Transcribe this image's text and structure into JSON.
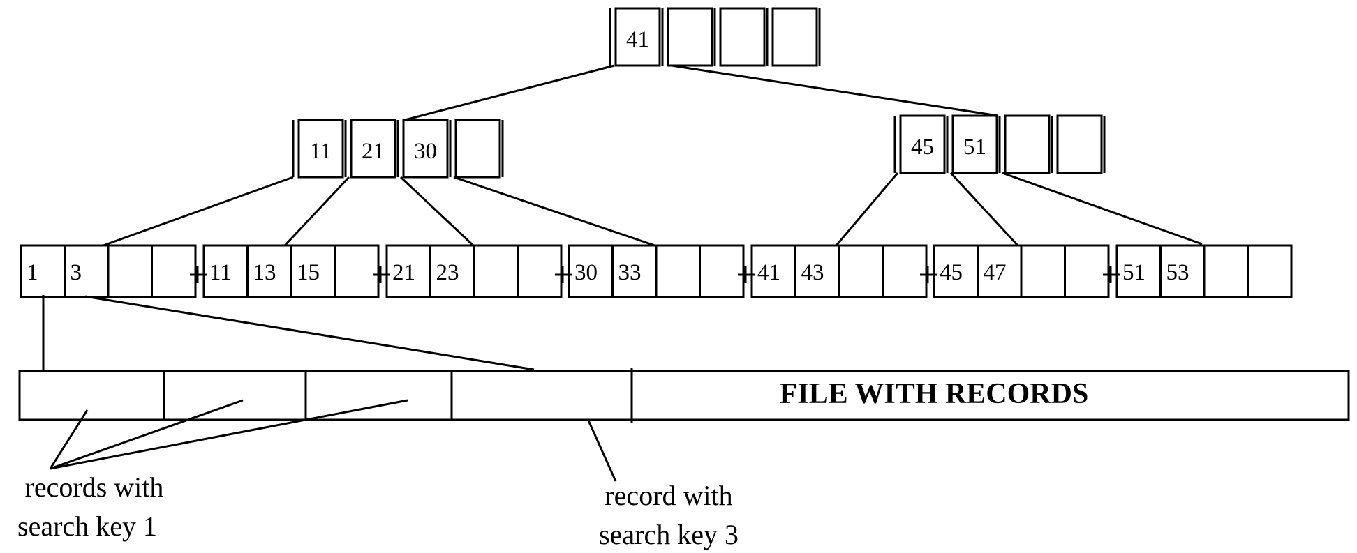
{
  "root": {
    "keys": [
      "41",
      "",
      "",
      ""
    ]
  },
  "internal": [
    {
      "keys": [
        "11",
        "21",
        "30",
        ""
      ]
    },
    {
      "keys": [
        "45",
        "51",
        "",
        ""
      ]
    }
  ],
  "leaves": [
    {
      "keys": [
        "1",
        "3",
        "",
        ""
      ]
    },
    {
      "keys": [
        "11",
        "13",
        "15",
        ""
      ]
    },
    {
      "keys": [
        "21",
        "23",
        "",
        ""
      ]
    },
    {
      "keys": [
        "30",
        "33",
        "",
        ""
      ]
    },
    {
      "keys": [
        "41",
        "43",
        "",
        ""
      ]
    },
    {
      "keys": [
        "45",
        "47",
        "",
        ""
      ]
    },
    {
      "keys": [
        "51",
        "53",
        "",
        ""
      ]
    }
  ],
  "file": {
    "title": "FILE WITH RECORDS"
  },
  "captions": {
    "records_key1": [
      "records with",
      "search key 1"
    ],
    "record_key3": [
      "record with",
      "search key 3"
    ]
  }
}
